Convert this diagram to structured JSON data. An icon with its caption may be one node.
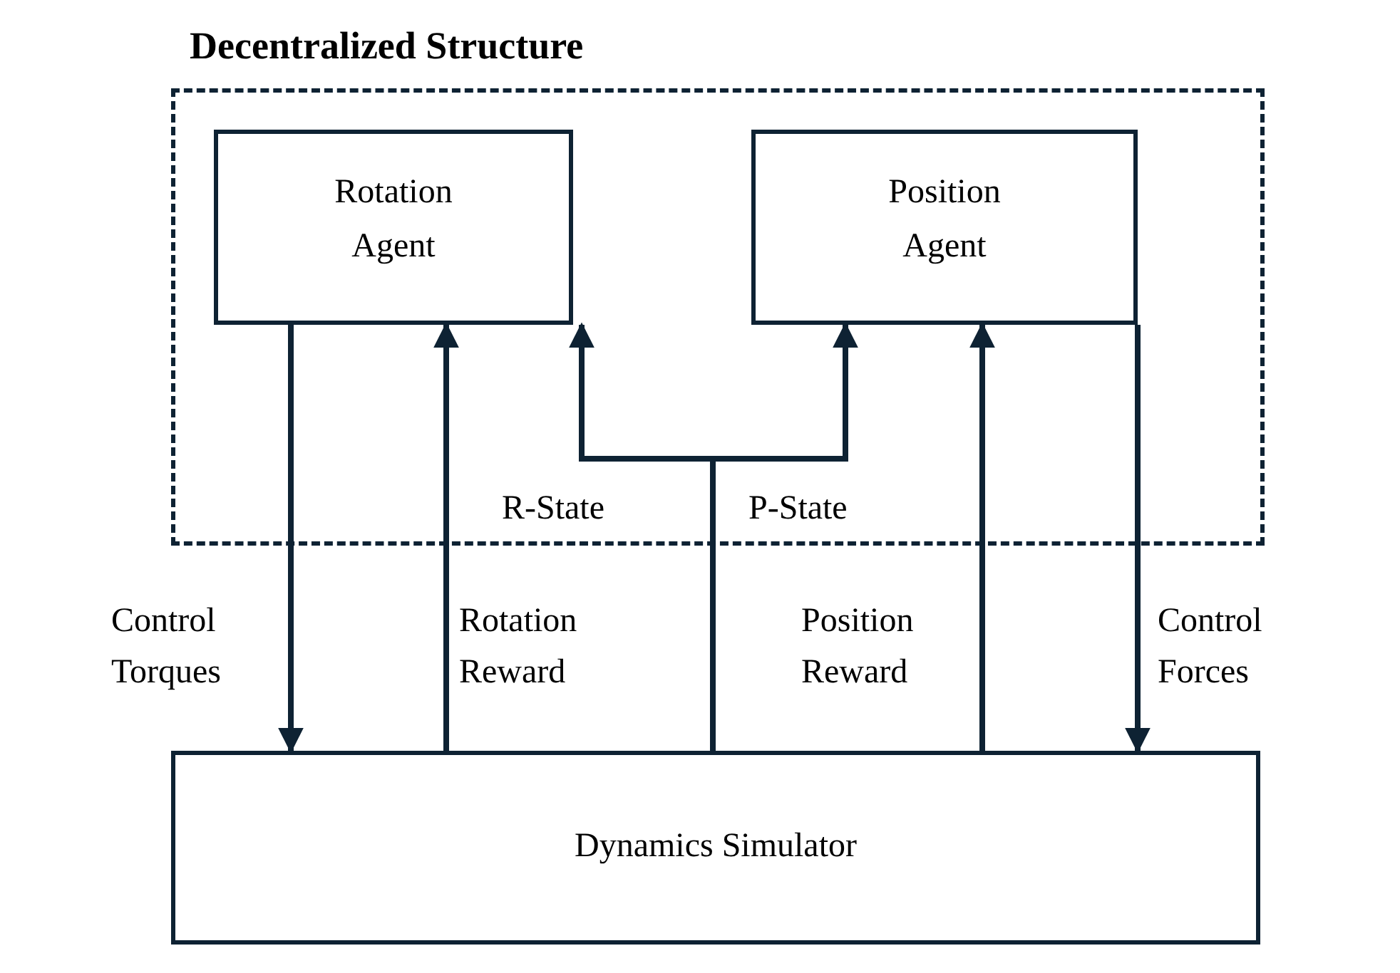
{
  "diagram": {
    "nodes": [
      {
        "text": [
          "Decentralized Structure"
        ]
      },
      {
        "text": [
          "Rotation Agent"
        ],
        "in": 0
      },
      {
        "text": [
          "Position Agent"
        ],
        "in": 0
      },
      {
        "text": [
          "Dynamics Simulator"
        ]
      }
    ],
    "edges": [
      {
        "from": 1,
        "to": 3,
        "arrow": "to",
        "label": "Control Torques"
      },
      {
        "from": 3,
        "to": 1,
        "arrow": "to",
        "label": "Rotation Reward"
      },
      {
        "from": 3,
        "to": 1,
        "arrow": "to",
        "label": "R-State"
      },
      {
        "from": 3,
        "to": 2,
        "arrow": "to",
        "label": "P-State"
      },
      {
        "from": 3,
        "to": 2,
        "arrow": "to",
        "label": "Position Reward"
      },
      {
        "from": 2,
        "to": 3,
        "arrow": "to",
        "label": "Control Forces"
      }
    ]
  }
}
